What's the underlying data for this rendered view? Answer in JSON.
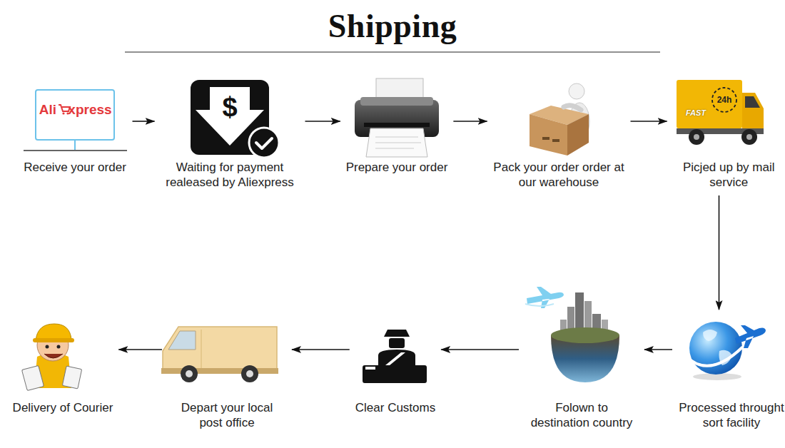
{
  "diagram": {
    "title": "Shipping",
    "nodes": [
      {
        "text": [
          "Receive your order"
        ]
      },
      {
        "text": [
          "Waiting for payment realeased by Aliexpress"
        ]
      },
      {
        "text": [
          "Prepare your order"
        ]
      },
      {
        "text": [
          "Pack your order order at our warehouse"
        ]
      },
      {
        "text": [
          "Picjed up by mail service"
        ]
      },
      {
        "text": [
          "Processed throught sort facility"
        ]
      },
      {
        "text": [
          "Folown to destination country"
        ]
      },
      {
        "text": [
          "Clear Customs"
        ]
      },
      {
        "text": [
          "Depart your local post office"
        ]
      },
      {
        "text": [
          "Delivery of Courier"
        ]
      }
    ],
    "edges": [
      {
        "from": 0,
        "to": 1,
        "arrow": "to"
      },
      {
        "from": 1,
        "to": 2,
        "arrow": "to"
      },
      {
        "from": 2,
        "to": 3,
        "arrow": "to"
      },
      {
        "from": 3,
        "to": 4,
        "arrow": "to"
      },
      {
        "from": 4,
        "to": 5,
        "arrow": "to"
      },
      {
        "from": 5,
        "to": 6,
        "arrow": "to"
      },
      {
        "from": 6,
        "to": 7,
        "arrow": "to"
      },
      {
        "from": 7,
        "to": 8,
        "arrow": "to"
      },
      {
        "from": 8,
        "to": 9,
        "arrow": "to"
      }
    ],
    "labels": [
      "Ali",
      "xpress",
      "$",
      "FAST",
      "24h"
    ]
  }
}
